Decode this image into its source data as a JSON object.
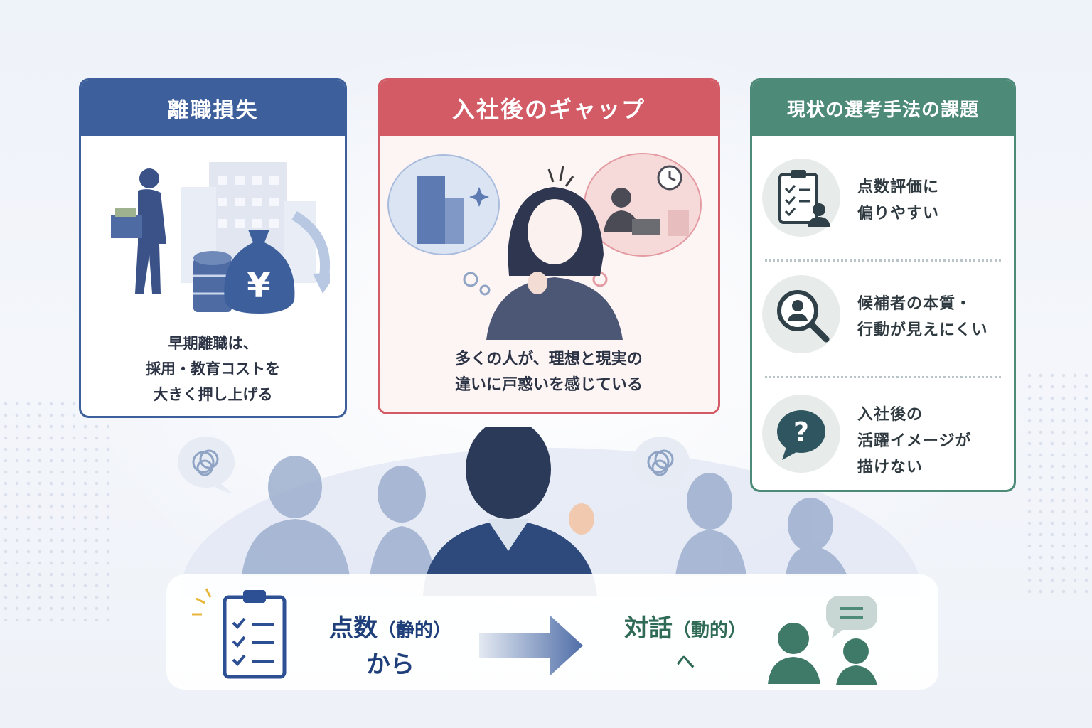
{
  "cards": {
    "turnover_loss": {
      "title": "離職損失",
      "text_lines": [
        "早期離職は、",
        "採用・教育コストを",
        "大きく押し上げる"
      ],
      "yen_symbol": "¥"
    },
    "post_hire_gap": {
      "title": "入社後のギャップ",
      "text_lines": [
        "多くの人が、理想と現実の",
        "違いに戸惑いを感じている"
      ]
    },
    "selection_issues": {
      "title": "現状の選考手法の課題",
      "items": [
        {
          "icon": "clipboard-person-icon",
          "lines": [
            "点数評価に",
            "偏りやすい"
          ]
        },
        {
          "icon": "magnifier-person-icon",
          "lines": [
            "候補者の本質・",
            "行動が見えにくい"
          ]
        },
        {
          "icon": "question-bubble-icon",
          "lines": [
            "入社後の",
            "活躍イメージが",
            "描けない"
          ]
        }
      ]
    }
  },
  "bottom": {
    "from_main": "点数",
    "from_paren": "（静的）",
    "from_suffix": "から",
    "to_main": "対話",
    "to_paren": "（動的）",
    "to_suffix": "へ",
    "question_mark": "?"
  },
  "colors": {
    "blue": "#3d5f9c",
    "red": "#d25b66",
    "green": "#4e8a78",
    "navy_text": "#1f3f7a",
    "green_text": "#2f6b57"
  }
}
